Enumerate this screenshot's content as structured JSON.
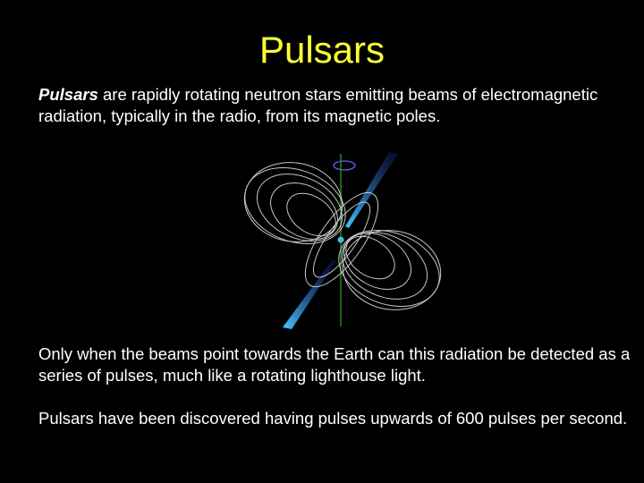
{
  "slide": {
    "title": "Pulsars",
    "intro_term": "Pulsars",
    "intro_rest": " are rapidly rotating neutron stars emitting beams of electromagnetic radiation, typically in the radio, from its magnetic poles.",
    "paragraph2": "Only when the beams point towards the Earth can this radiation be detected as a series of pulses, much like a rotating lighthouse light.",
    "paragraph3": "Pulsars have been discovered having pulses upwards of 600 pulses per second."
  },
  "colors": {
    "title": "#ffff33",
    "beam": "#33bbff",
    "axis": "#33aa22",
    "rotation": "#5566ff"
  }
}
